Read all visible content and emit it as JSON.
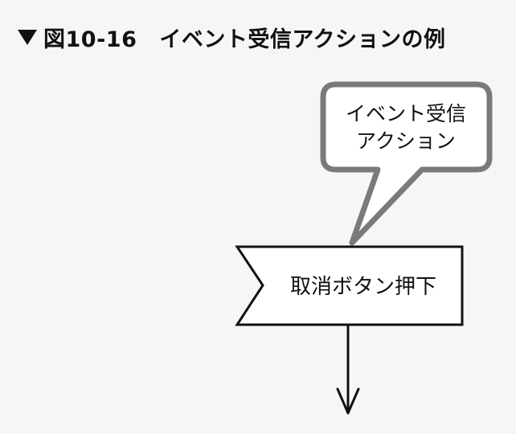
{
  "figure": {
    "marker": "▼",
    "number": "図10-16",
    "title": "イベント受信アクションの例"
  },
  "diagram": {
    "callout": {
      "line1": "イベント受信",
      "line2": "アクション"
    },
    "action_box": {
      "label": "取消ボタン押下"
    },
    "colors": {
      "callout_border": "#7a7a7a",
      "shape_border": "#111111",
      "shape_fill": "#ffffff"
    }
  }
}
